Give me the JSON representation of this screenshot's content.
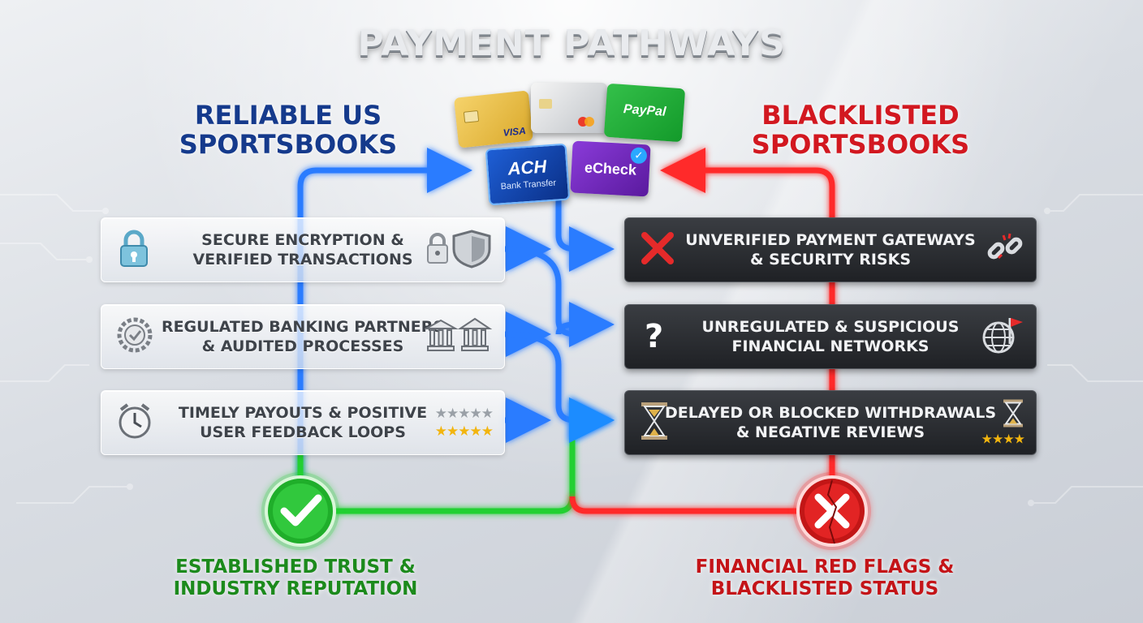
{
  "title": "PAYMENT PATHWAYS",
  "left_column": {
    "title_line1": "RELIABLE US",
    "title_line2": "SPORTSBOOKS",
    "panels": [
      {
        "line1": "SECURE ENCRYPTION &",
        "line2": "VERIFIED TRANSACTIONS",
        "icon_left": "padlock-icon",
        "icon_right": "lock-shield-icon"
      },
      {
        "line1": "REGULATED BANKING PARTNERS",
        "line2": "& AUDITED PROCESSES",
        "icon_left": "seal-gear-icon",
        "icon_right": "bank-building-icon"
      },
      {
        "line1": "TIMELY PAYOUTS & POSITIVE",
        "line2": "USER FEEDBACK LOOPS",
        "icon_left": "alarm-clock-icon",
        "icon_right": "star-rating-icon"
      }
    ],
    "badge_line1": "ESTABLISHED TRUST &",
    "badge_line2": "INDUSTRY REPUTATION"
  },
  "right_column": {
    "title_line1": "BLACKLISTED",
    "title_line2": "SPORTSBOOKS",
    "panels": [
      {
        "line1": "UNVERIFIED PAYMENT GATEWAYS",
        "line2": "& SECURITY RISKS",
        "icon_left": "red-x-icon",
        "icon_right": "broken-chain-icon"
      },
      {
        "line1": "UNREGULATED & SUSPICIOUS",
        "line2": "FINANCIAL NETWORKS",
        "icon_left": "question-mark-icon",
        "icon_right": "globe-flag-icon"
      },
      {
        "line1": "DELAYED OR BLOCKED WITHDRAWALS",
        "line2": "& NEGATIVE REVIEWS",
        "icon_left": "hourglass-icon",
        "icon_right": "hourglass-stars-icon"
      }
    ],
    "badge_line1": "FINANCIAL RED FLAGS &",
    "badge_line2": "BLACKLISTED STATUS"
  },
  "payment_methods": {
    "visa_label": "VISA",
    "paypal_label": "PayPal",
    "ach_label": "ACH",
    "ach_sub": "Bank Transfer",
    "echeck_label": "eCheck"
  },
  "colors": {
    "reliable_blue": "#1a6dff",
    "trust_green": "#22d033",
    "risk_red": "#ff2a2a",
    "left_title": "#153a8c",
    "right_title": "#d21820"
  }
}
